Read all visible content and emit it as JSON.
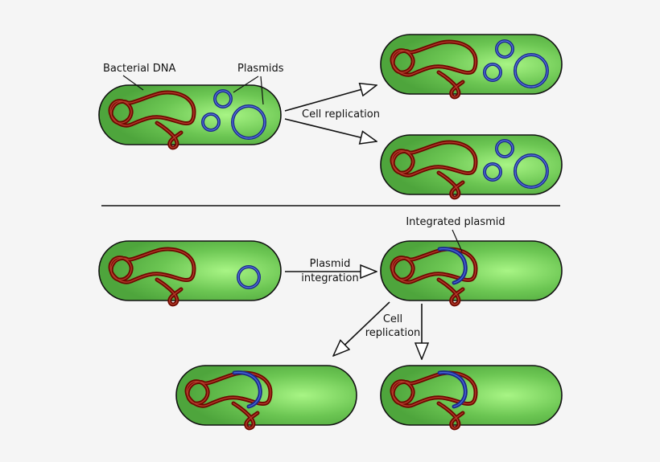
{
  "labels": {
    "bacterial_dna": "Bacterial DNA",
    "plasmids": "Plasmids",
    "cell_replication_top": "Cell replication",
    "plasmid_integration_line1": "Plasmid",
    "plasmid_integration_line2": "integration",
    "integrated_plasmid": "Integrated plasmid",
    "cell_replication_bottom_line1": "Cell",
    "cell_replication_bottom_line2": "replication"
  },
  "colors": {
    "background": "#f5f5f5",
    "cell_fill_center": "#9ef07a",
    "cell_fill_edge": "#4fae3e",
    "cell_outline": "#111111",
    "dna": "#7a0a00",
    "plasmid": "#1a2a8a",
    "arrow": "#111111"
  }
}
